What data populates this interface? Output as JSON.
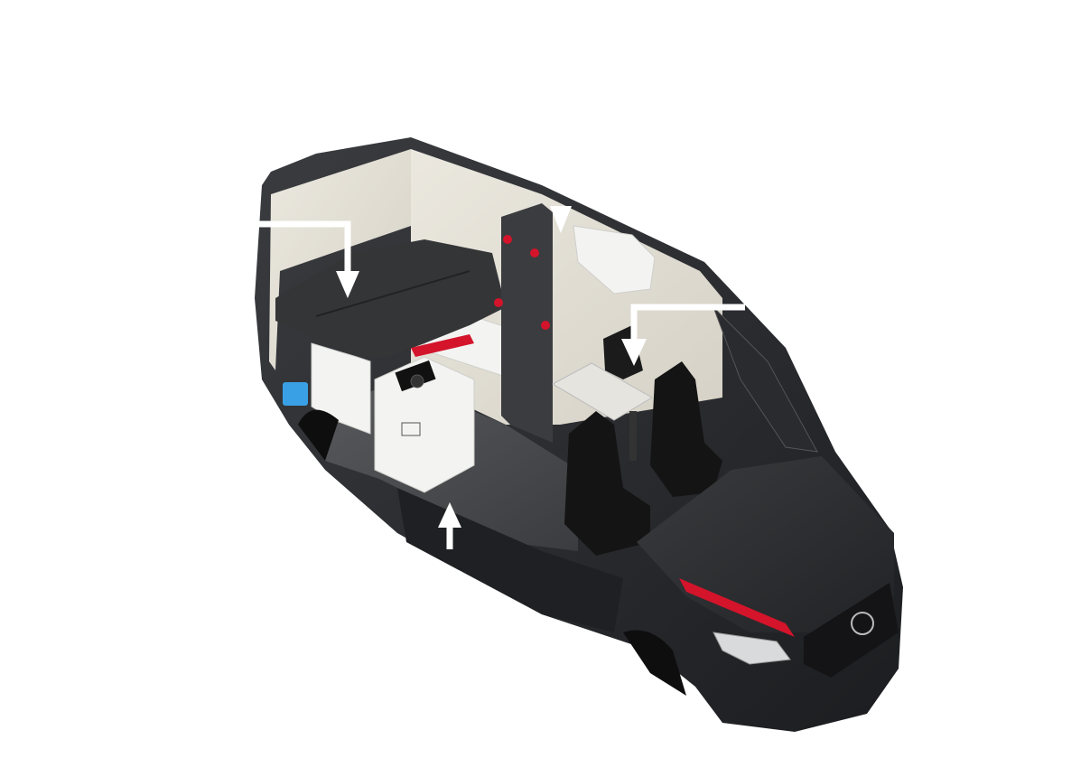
{
  "image": {
    "subject": "camper-van-cutaway",
    "background_color": "#ffffff"
  },
  "colors": {
    "body": "#2b2d30",
    "body_dark": "#1a1b1d",
    "interior_wall": "#e4e1d8",
    "floor": "#4a4b4d",
    "cabinet_white": "#f3f3f1",
    "bed": "#343537",
    "accent_red": "#d3142b",
    "arrow": "#ffffff",
    "seat": "#141414",
    "tire_shadow": "#0e0e0e",
    "water_tank": "#3aa0e6"
  },
  "callout_arrows": [
    {
      "name": "bed-arrow",
      "direction": "down"
    },
    {
      "name": "wardrobe-arrow",
      "direction": "down"
    },
    {
      "name": "seat-arrow",
      "direction": "down"
    },
    {
      "name": "kitchen-arrow",
      "direction": "up"
    }
  ]
}
